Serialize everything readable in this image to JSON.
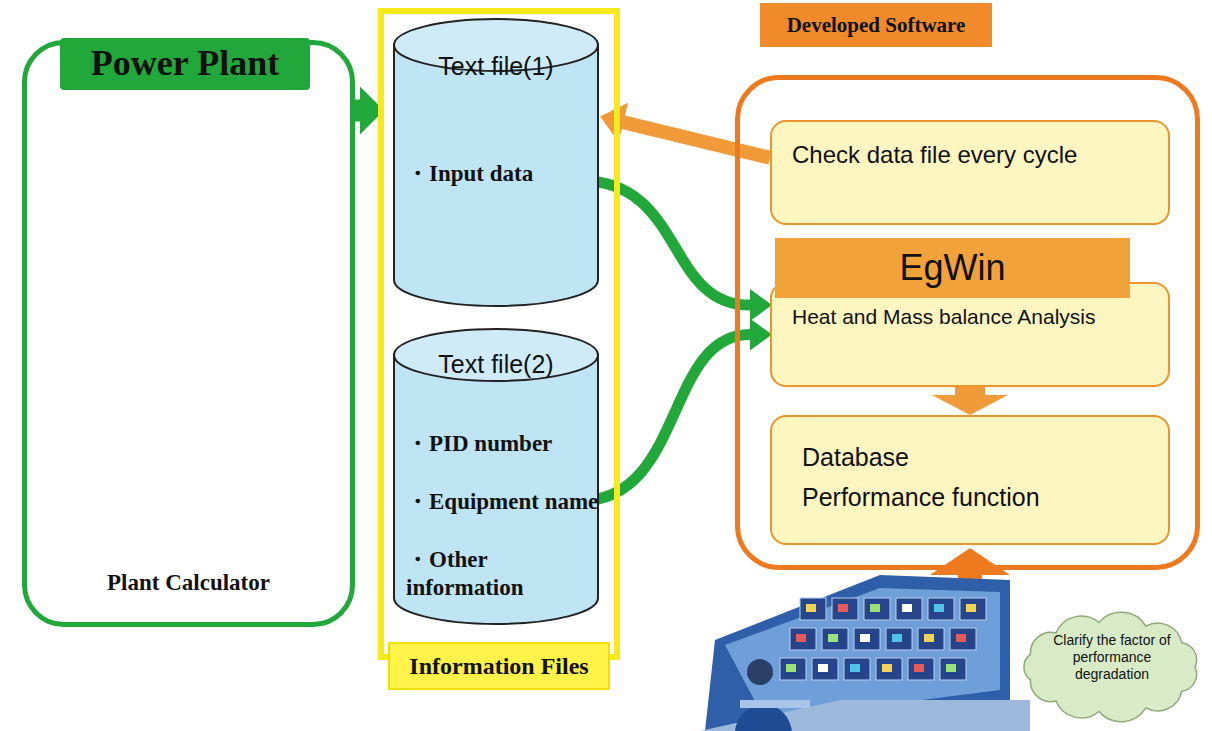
{
  "diagram": {
    "nodes": [
      {
        "text": [
          "Power Plant",
          "Plant Calculator"
        ]
      },
      {
        "text": [
          "Information Files"
        ]
      },
      {
        "text": [
          "Text file(1)",
          "・Input data"
        ],
        "in": 1
      },
      {
        "text": [
          "Text file(2)",
          "・PID number",
          "・Equipment name",
          "・Other information"
        ],
        "in": 1
      },
      {
        "text": [
          "Developed Software"
        ]
      },
      {
        "text": [
          "Check data file every cycle"
        ],
        "in": 4
      },
      {
        "text": [
          "EgWin",
          "Heat and Mass balance Analysis"
        ],
        "in": 4
      },
      {
        "text": [
          "Database",
          "Performance function"
        ],
        "in": 4
      },
      {
        "text": [
          "Clarify the factor of performance degradation"
        ]
      }
    ],
    "edges": [
      {
        "from": 0,
        "to": 1,
        "arrow": "to"
      },
      {
        "from": 5,
        "to": 2,
        "arrow": "to"
      },
      {
        "from": 2,
        "to": 6,
        "arrow": "to"
      },
      {
        "from": 3,
        "to": 6,
        "arrow": "to"
      },
      {
        "from": 6,
        "to": 7,
        "arrow": "to"
      }
    ]
  }
}
